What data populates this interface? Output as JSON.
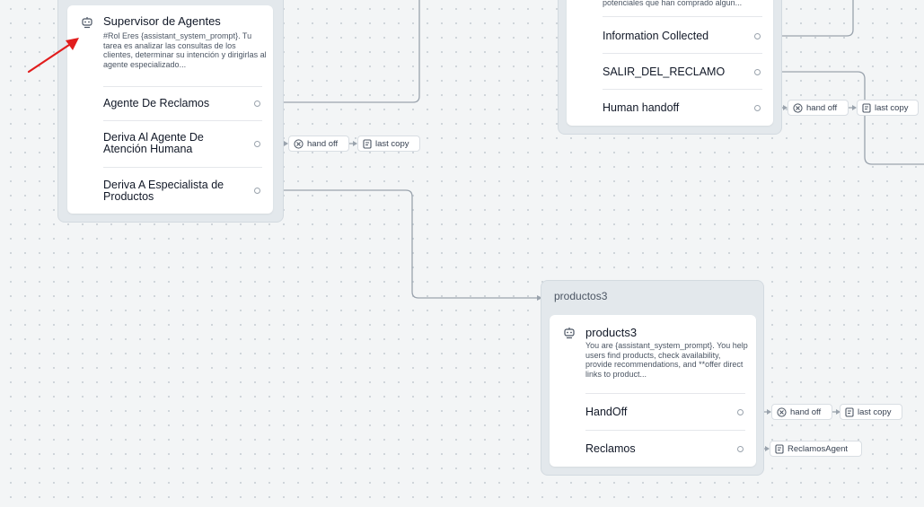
{
  "supervisor": {
    "name": "Supervisor de Agentes",
    "description": "#Rol Eres {assistant_system_prompt}. Tu tarea es analizar las consultas de los clientes, determinar su intención y dirigirlas al agente especializado...",
    "routes": [
      "Agente De Reclamos",
      "Deriva Al Agente De Atención Humana",
      "Deriva A Especialista de Productos"
    ],
    "handoff_chips": [
      "hand off",
      "last copy"
    ]
  },
  "top_right_node": {
    "description_tail": "potenciales que han comprado algun...",
    "routes": [
      "Information Collected",
      "SALIR_DEL_RECLAMO",
      "Human handoff"
    ],
    "handoff_chips": [
      "hand off",
      "last copy"
    ]
  },
  "productos3": {
    "group_title": "productos3",
    "name": "products3",
    "description": "You are {assistant_system_prompt}. You help users find products, check availability, provide recommendations, and **offer direct links to product...",
    "routes": [
      "HandOff",
      "Reclamos"
    ],
    "handoff_chips": [
      "hand off",
      "last copy"
    ],
    "reclamos_chip": "ReclamosAgent"
  },
  "icons": {
    "agent": "robot-icon",
    "handoff": "handoff-circle-x-icon",
    "copy": "document-copy-icon"
  },
  "colors": {
    "annotation_arrow": "#e11d1d",
    "wire": "#9aa3ad"
  }
}
